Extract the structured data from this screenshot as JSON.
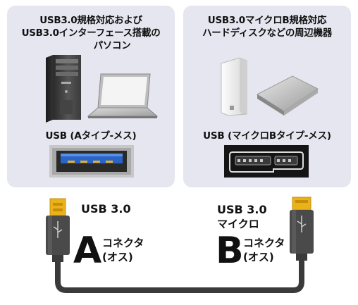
{
  "left_panel": {
    "title_line1": "USB3.0規格対応および",
    "title_line2": "USB3.0インターフェース搭載の",
    "title_line3": "パソコン",
    "port_label": "USB (Aタイプ-メス)"
  },
  "right_panel": {
    "title_line1": "USB3.0マイクロB規格対応",
    "title_line2": "ハードディスクなどの周辺機器",
    "port_label": "USB (マイクロBタイプ-メス)"
  },
  "connector_a": {
    "spec": "USB 3.0",
    "letter": "A",
    "type_line1": "コネクタ",
    "type_line2": "(オス)"
  },
  "connector_b": {
    "spec_line1": "USB 3.0",
    "spec_line2": "マイクロ",
    "letter": "B",
    "type_line1": "コネクタ",
    "type_line2": "(オス)"
  },
  "colors": {
    "panel_bg": "#e6e6f1",
    "usb3_blue": "#2b64c8",
    "gold": "#e9b11a",
    "cable": "#3a3a3a"
  }
}
